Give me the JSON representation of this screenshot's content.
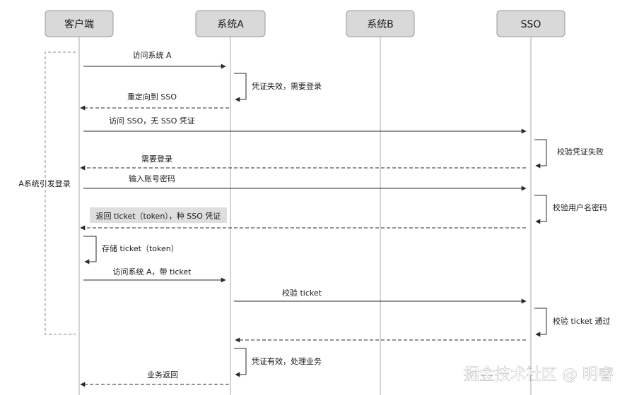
{
  "actors": [
    "客户端",
    "系统A",
    "系统B",
    "SSO"
  ],
  "group_label": "A系统引发登录",
  "messages": [
    {
      "label": "访问系统 A",
      "from": "客户端",
      "to": "系统A",
      "style": "solid"
    },
    {
      "label": "凭证失效，需要登录",
      "from": "系统A",
      "to": "系统A",
      "style": "self"
    },
    {
      "label": "重定向到 SSO",
      "from": "系统A",
      "to": "客户端",
      "style": "dashed"
    },
    {
      "label": "访问 SSO，无 SSO 凭证",
      "from": "客户端",
      "to": "SSO",
      "style": "solid"
    },
    {
      "label": "校验凭证失败",
      "from": "SSO",
      "to": "SSO",
      "style": "self"
    },
    {
      "label": "需要登录",
      "from": "SSO",
      "to": "客户端",
      "style": "dashed"
    },
    {
      "label": "输入账号密码",
      "from": "客户端",
      "to": "SSO",
      "style": "solid"
    },
    {
      "label": "校验用户名密码",
      "from": "SSO",
      "to": "SSO",
      "style": "self"
    },
    {
      "label": "返回 ticket（token），种 SSO 凭证",
      "from": "SSO",
      "to": "客户端",
      "style": "dashed",
      "highlight": true
    },
    {
      "label": "存储 ticket（token）",
      "from": "客户端",
      "to": "客户端",
      "style": "self"
    },
    {
      "label": "访问系统 A，带 ticket",
      "from": "客户端",
      "to": "系统A",
      "style": "solid"
    },
    {
      "label": "校验 ticket",
      "from": "系统A",
      "to": "SSO",
      "style": "solid"
    },
    {
      "label": "校验 ticket 通过",
      "from": "SSO",
      "to": "SSO",
      "style": "self"
    },
    {
      "label": "",
      "from": "SSO",
      "to": "系统A",
      "style": "dashed"
    },
    {
      "label": "凭证有效，处理业务",
      "from": "系统A",
      "to": "系统A",
      "style": "self"
    },
    {
      "label": "业务返回",
      "from": "系统A",
      "to": "客户端",
      "style": "dashed"
    }
  ],
  "watermark": "掘金技术社区 @ 明睿",
  "colors": {
    "actor_fill": "#d9d9d9",
    "actor_stroke": "#9a9a9a",
    "line": "#2a2a2a",
    "lifeline": "#aaaaaa",
    "highlight": "#dedede"
  }
}
